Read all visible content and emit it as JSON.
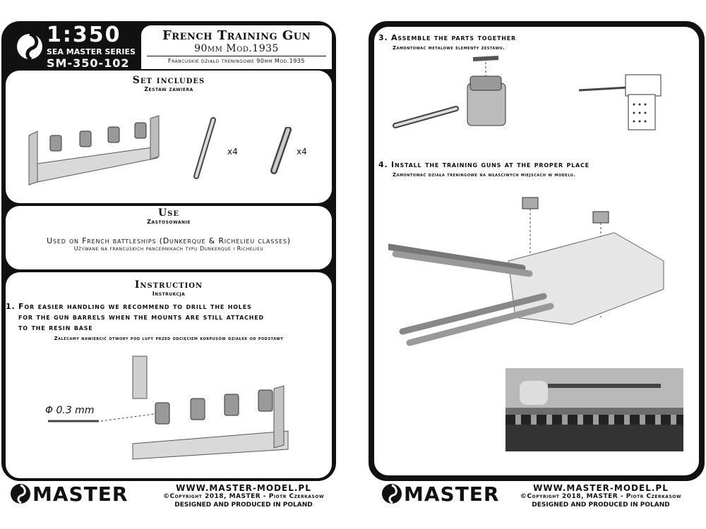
{
  "header": {
    "scale": "1:350",
    "series": "SEA MASTER SERIES",
    "code": "SM-350-102",
    "title": "French Training Gun",
    "subtitle": "90mm Mod.1935",
    "subtitle_pl": "Francuskie działo treningowe 90mm Mod.1935"
  },
  "set_includes": {
    "title": "Set includes",
    "subtitle": "Zestaw zawiera",
    "qty_barrel": "x4",
    "qty_part": "x4"
  },
  "use": {
    "title": "Use",
    "subtitle": "Zastosowanie",
    "text": "Used on French battleships (Dunkerque & Richelieu classes)",
    "text_pl": "Używane na francuskich pancernikach typu Dunkerque i Richelieu"
  },
  "instruction": {
    "title": "Instruction",
    "subtitle": "Instrukcja",
    "step1_line1": "1. For easier handling we recommend to drill the holes",
    "step1_line2": "for the gun barrels when the mounts are still attached",
    "step1_line3": "to the resin base",
    "step1_pl": "Zalecamy nawiercić otwory pod lufy przed odcięciem korpusów działek od podstawy",
    "drill_label": "Φ 0.3 mm"
  },
  "steps_right": {
    "step3": "3. Assemble the parts together",
    "step3_pl": "Zamontować metalowe elementy zestawu.",
    "step4": "4. Install the training guns at the proper place",
    "step4_pl": "Zamontować działa treningowe na właściwych miejscach w modelu."
  },
  "footer": {
    "brand": "MASTER",
    "url": "WWW.MASTER-MODEL.PL",
    "copyright": "©Copyright 2018, MASTER - Piotr Czerkasow",
    "designed": "DESIGNED AND PRODUCED IN POLAND"
  }
}
